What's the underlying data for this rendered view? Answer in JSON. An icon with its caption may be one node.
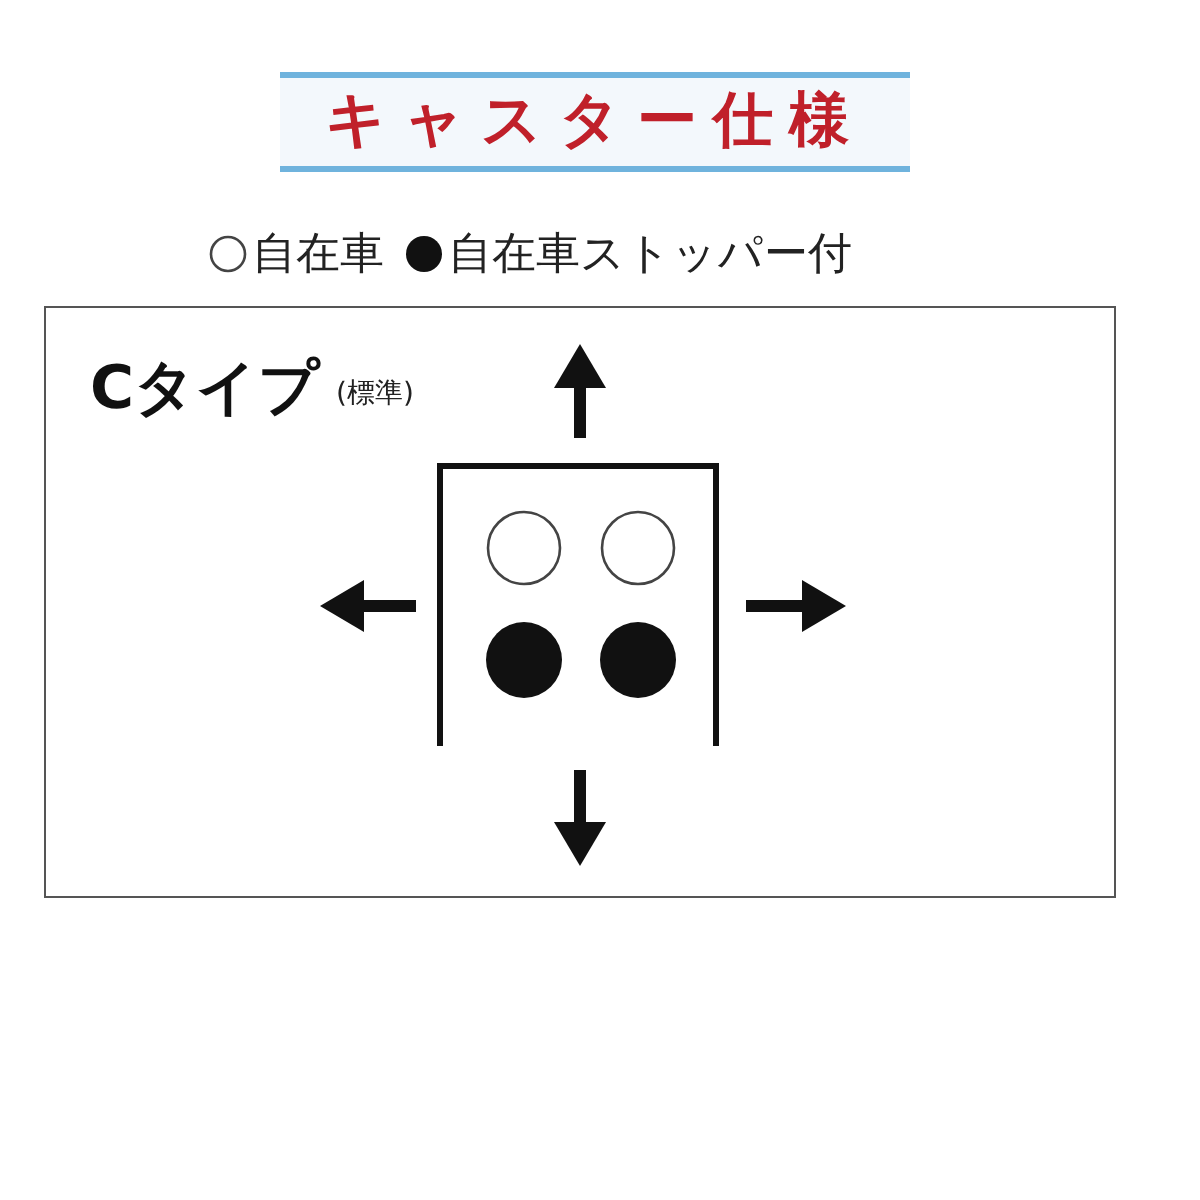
{
  "diagram": {
    "title": "キャスター仕様",
    "nodes": [
      {
        "text": [
          "Cタイプ",
          "(標準)"
        ]
      }
    ],
    "legend": [
      {
        "text": "自在車"
      },
      {
        "text": "自在車ストッパー付"
      }
    ]
  }
}
